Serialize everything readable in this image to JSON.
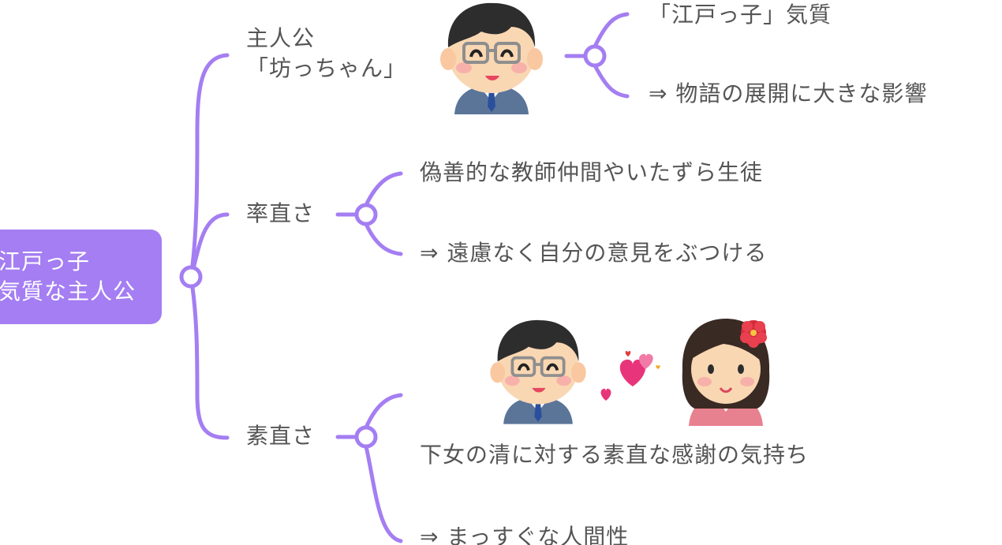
{
  "root": {
    "line1": "江戸っ子",
    "line2": "気質な主人公"
  },
  "branches": [
    {
      "label_line1": "主人公",
      "label_line2": "「坊っちゃん」",
      "children": [
        "「江戸っ子」気質",
        "⇒ 物語の展開に大きな影響"
      ]
    },
    {
      "label_line1": "率直さ",
      "children": [
        "偽善的な教師仲間やいたずら生徒",
        "⇒ 遠慮なく自分の意見をぶつける"
      ]
    },
    {
      "label_line1": "素直さ",
      "children": [
        "下女の清に対する素直な感謝の気持ち",
        "⇒ まっすぐな人間性"
      ]
    }
  ],
  "colors": {
    "accent": "#a47ef2",
    "text": "#555555",
    "node_text": "#ffffff"
  },
  "illustrations": [
    "man-with-glasses-illustration",
    "hearts-illustration",
    "woman-in-kimono-illustration"
  ]
}
